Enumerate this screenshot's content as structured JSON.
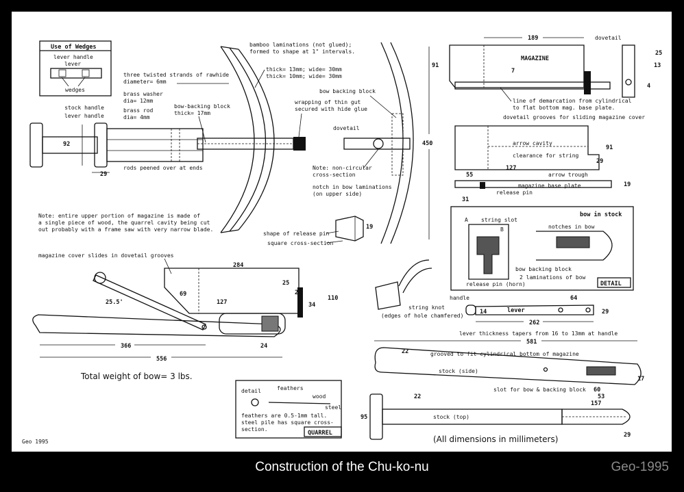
{
  "caption": "Construction of the Chu-ko-nu",
  "signature": "Geo-1995",
  "sheet_credit": "Geo 1995",
  "wedges": {
    "title": "Use of Wedges",
    "lever_handle": "lever handle",
    "lever": "lever",
    "wedges": "wedges"
  },
  "labels": {
    "rawhide1": "three twisted strands of rawhide",
    "rawhide2": "diameter= 6mm",
    "washer1": "brass washer",
    "washer2": "dia= 12mm",
    "rod1": "brass rod",
    "rod2": "dia= 4mm",
    "bbb1": "bow-backing block",
    "bbb2": "thick= 17mm",
    "stock_handle": "stock handle",
    "lever_handle": "lever handle",
    "rods_peened": "rods peened over at ends",
    "bamboo1": "bamboo laminations (not glued);",
    "bamboo2": "formed to shape at 1\" intervals.",
    "thick1": "thick= 13mm; wide= 30mm",
    "thick2": "thick= 10mm; wide= 30mm",
    "gut1": "wrapping of thin gut",
    "gut2": "secured with hide glue",
    "bow_backing_block": "bow backing block",
    "dovetail": "dovetail",
    "noncirc1": "Note: non-circular",
    "noncirc2": "cross-section",
    "notch1": "notch in bow laminations",
    "notch2": "(on upper side)",
    "release_shape": "shape of release pin",
    "square_cs": "square cross-section",
    "note1": "Note: entire upper portion of magazine is made of",
    "note2": "a single piece of wood, the quarrel cavity being cut",
    "note3": "out probably with a frame saw with very narrow blade.",
    "mag_cover": "magazine cover slides in dovetail grooves",
    "total_weight": "Total weight of bow= 3 lbs.",
    "string_knot1": "string knot",
    "string_knot2": "(edges of hole chamfered)",
    "magazine": "MAGAZINE",
    "dovetail2": "dovetail",
    "demarc1": "line of demarcation from cylindrical",
    "demarc2": "to flat bottom mag. base plate.",
    "grooves": "dovetail grooves for sliding magazine cover",
    "arrow_cavity": "arrow cavity",
    "clearance": "clearance for string",
    "arrow_trough": "arrow trough",
    "base_plate": "magazine base plate",
    "release_pin": "release pin",
    "bow_in_stock": "bow in stock",
    "string_slot": "string slot",
    "notches": "notches in bow",
    "bbb3": "bow backing block",
    "lam2": "2 laminations of bow",
    "release_horn": "release pin (horn)",
    "detail_tag": "DETAIL",
    "handle": "handle",
    "lever": "lever",
    "lever_taper": "lever thickness tapers from 16 to 13mm at handle",
    "grooved": "grooved to fit cylindrical bottom of magazine",
    "stock_side": "stock (side)",
    "slot_bow": "slot for bow & backing block",
    "stock_top": "stock (top)",
    "all_dims": "(All dimensions in millimeters)",
    "quarrel_detail": "detail",
    "feathers": "feathers",
    "wood": "wood",
    "steel": "steel",
    "feathers_note1": "feathers are 0.5-1mm tall.",
    "feathers_note2": "steel pile has square cross-",
    "feathers_note3": "section.",
    "quarrel_tag": "QUARREL",
    "A": "A",
    "B": "B"
  },
  "dims": {
    "d92": "92",
    "d29a": "29",
    "d450": "450",
    "d19a": "19",
    "d189": "189",
    "d91a": "91",
    "d7": "7",
    "d25a": "25",
    "d13": "13",
    "d4": "4",
    "d91b": "91",
    "d29b": "29",
    "d127a": "127",
    "d55": "55",
    "d19b": "19",
    "d31": "31",
    "d284": "284",
    "d25b": "25",
    "d25c": "25",
    "d69": "69",
    "d127b": "127",
    "d34": "34",
    "d110": "110",
    "d255": "25.5'",
    "d366": "366",
    "d556": "556",
    "d24": "24",
    "d64": "64",
    "d14": "14",
    "d29c": "29",
    "d262": "262",
    "d581": "581",
    "d22a": "22",
    "d60": "60",
    "d53": "53",
    "d17": "17",
    "d22b": "22",
    "d157": "157",
    "d95": "95",
    "d29d": "29"
  }
}
